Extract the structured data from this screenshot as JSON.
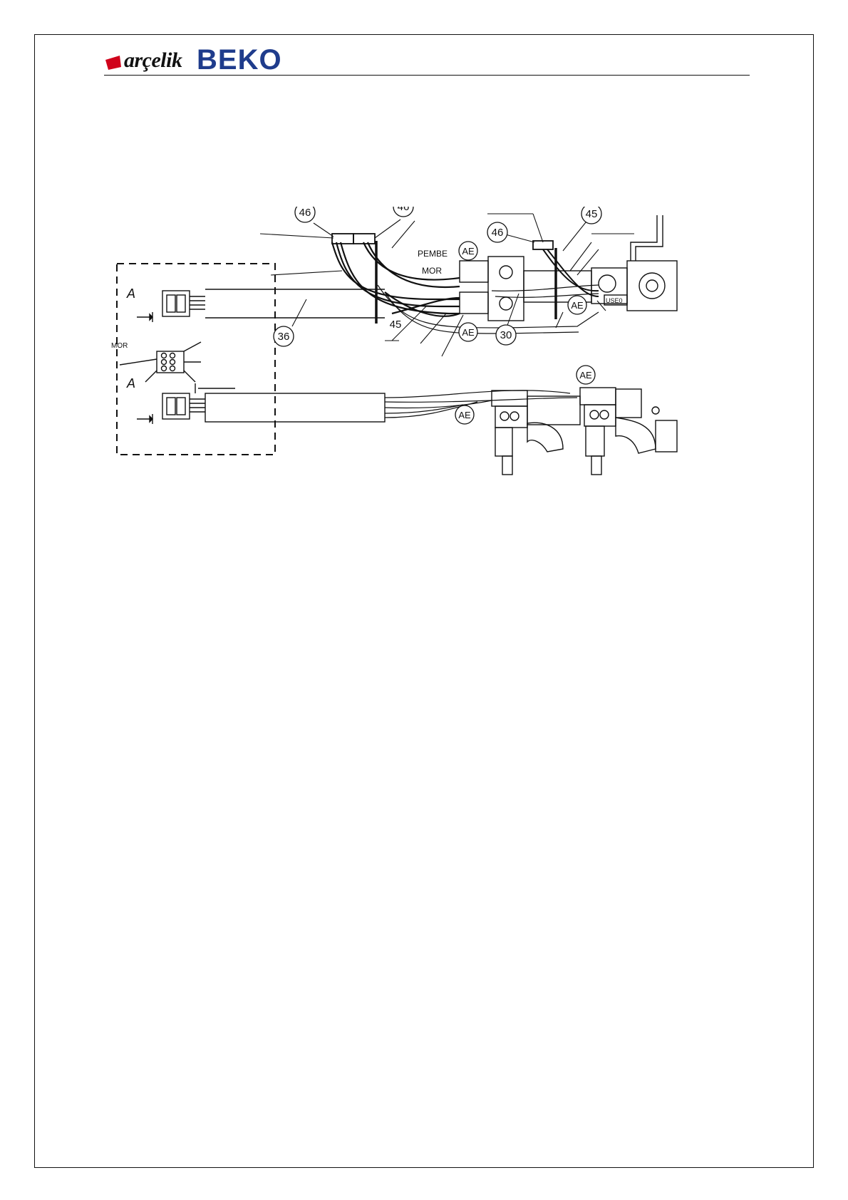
{
  "header": {
    "brand_primary": "arçelik",
    "brand_secondary": "BEKO"
  },
  "colors": {
    "brand_red": "#d0021b",
    "brand_blue": "#1f3c8c",
    "line": "#111111"
  },
  "diagram": {
    "callouts": [
      "46",
      "46",
      "46",
      "45",
      "45",
      "36",
      "30",
      "AE",
      "AE",
      "AE",
      "AE",
      "AE",
      "AE"
    ],
    "wire_labels": {
      "pembe": "PEMBE",
      "mor": "MOR",
      "mor_connector": "MOR"
    },
    "section_marks": [
      "A",
      "A"
    ],
    "part_label": "USE0"
  }
}
